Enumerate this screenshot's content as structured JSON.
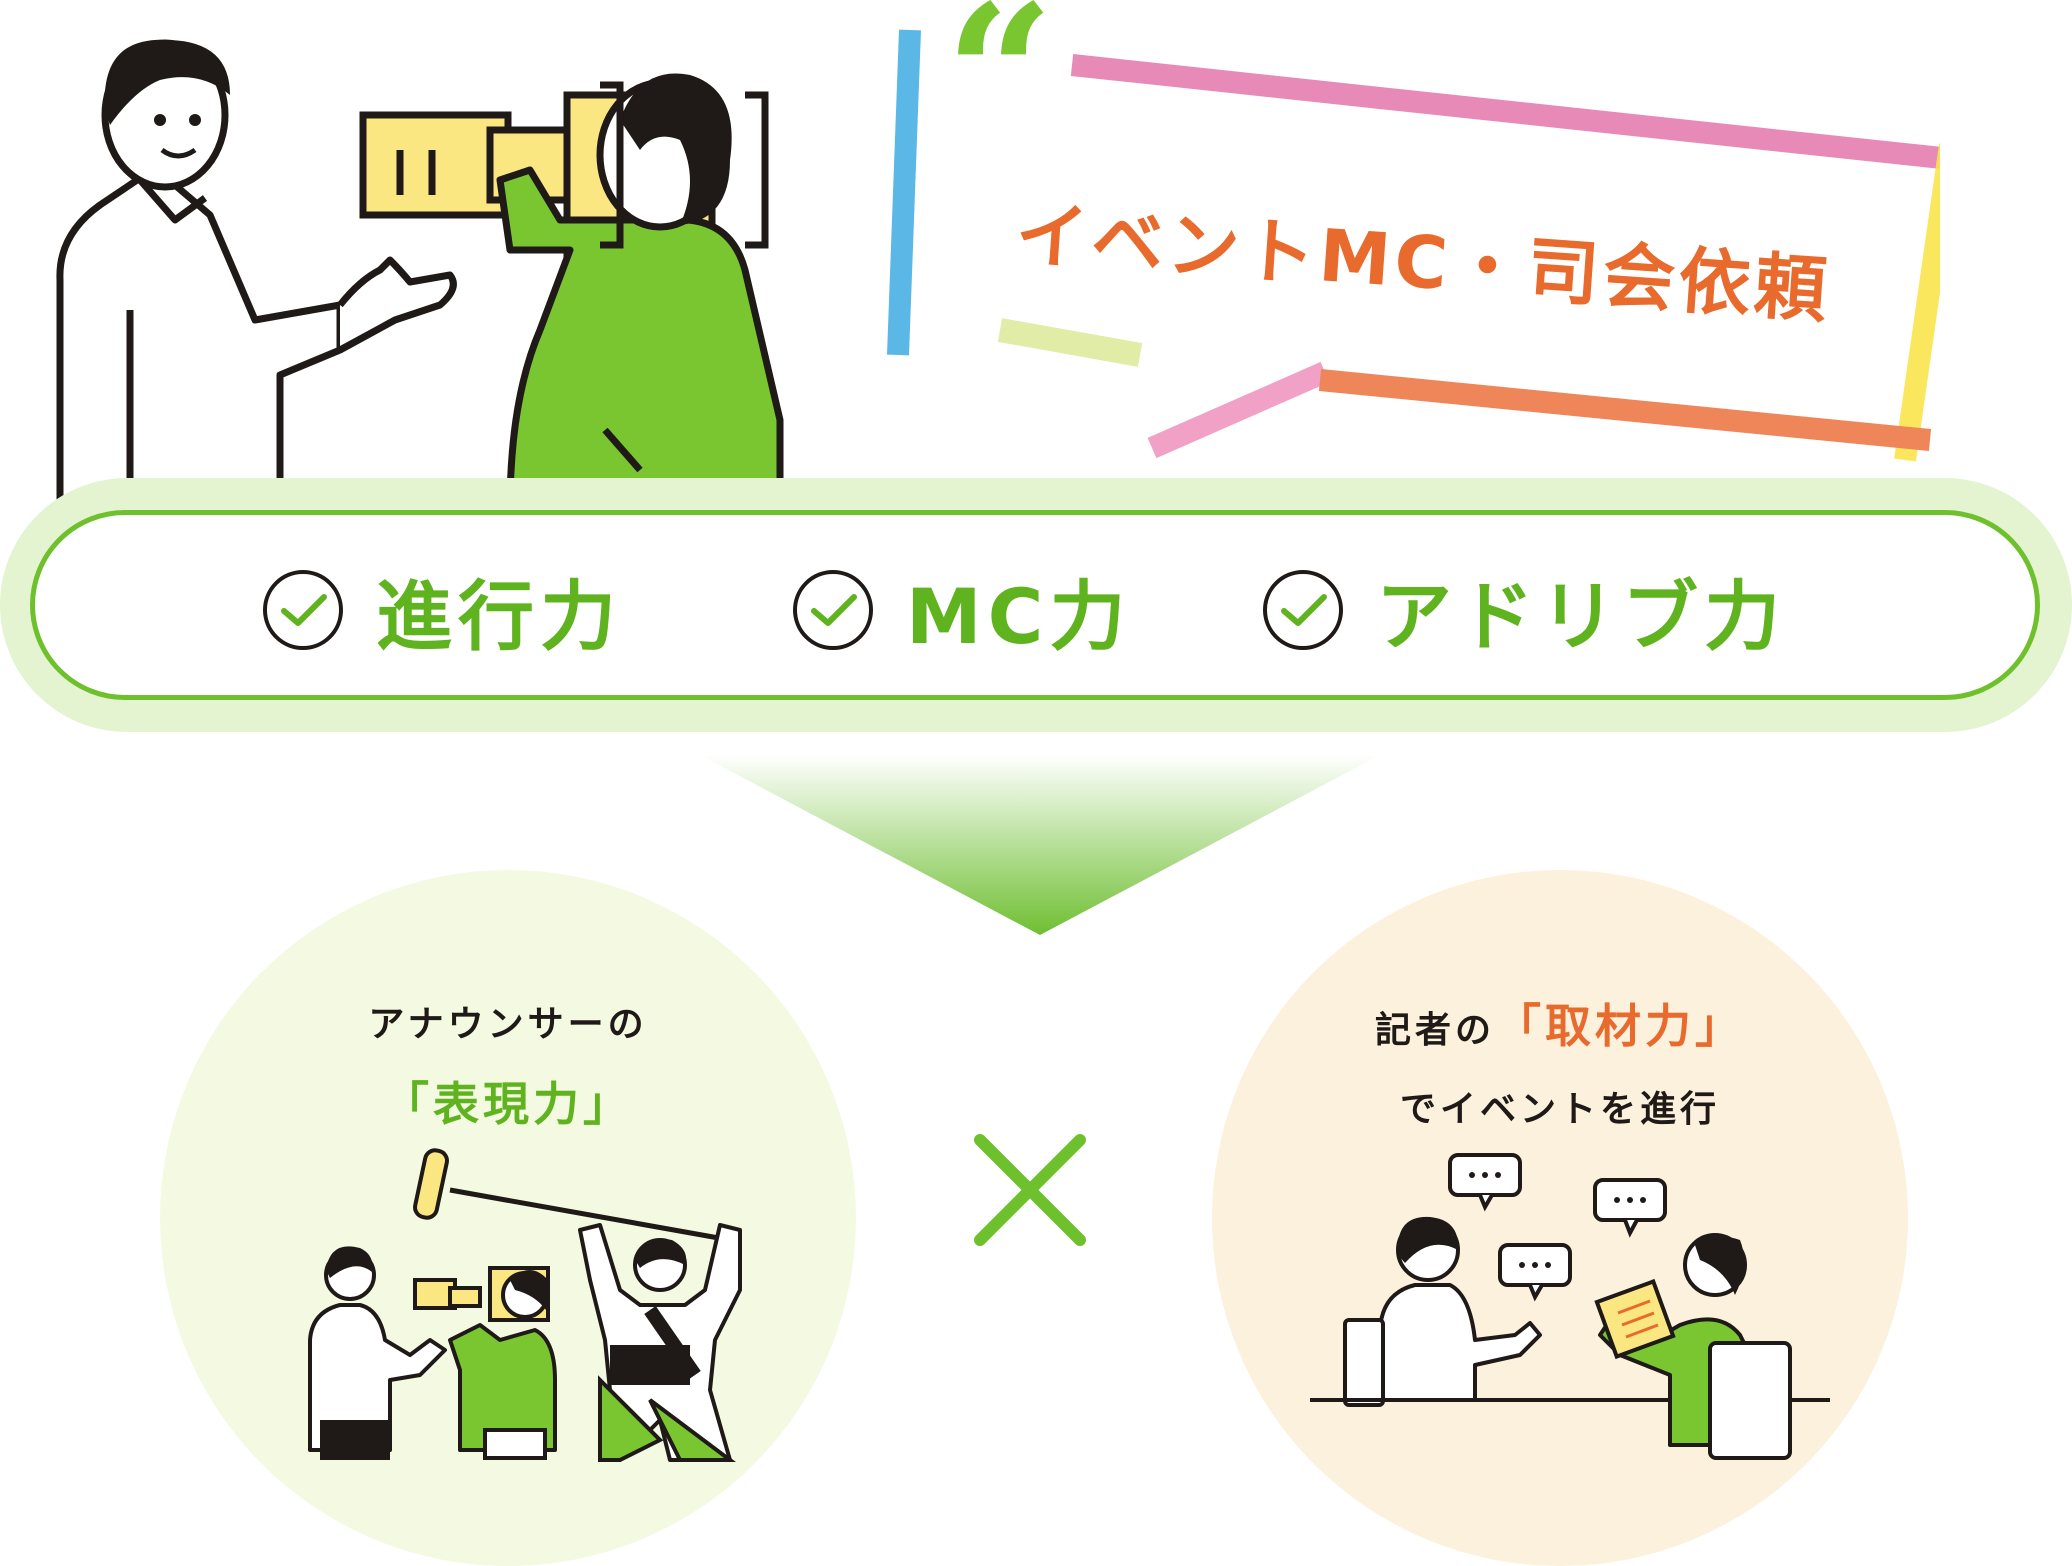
{
  "title": "イベントMC・司会依頼",
  "skills": [
    {
      "label": "進行力"
    },
    {
      "label": "MC力"
    },
    {
      "label": "アドリブ力"
    }
  ],
  "left_circle": {
    "line1": "アナウンサーの",
    "highlight": "「表現力」"
  },
  "right_circle": {
    "prefix": "記者の",
    "highlight": "「取材力」",
    "line2": "でイベントを進行"
  },
  "colors": {
    "accent_green": "#5fb31e",
    "accent_orange": "#e86a2c",
    "pill_bg": "#e4f4d1"
  },
  "icons": [
    "check-circle-icon",
    "cross-icon",
    "speech-bubble-icon"
  ]
}
